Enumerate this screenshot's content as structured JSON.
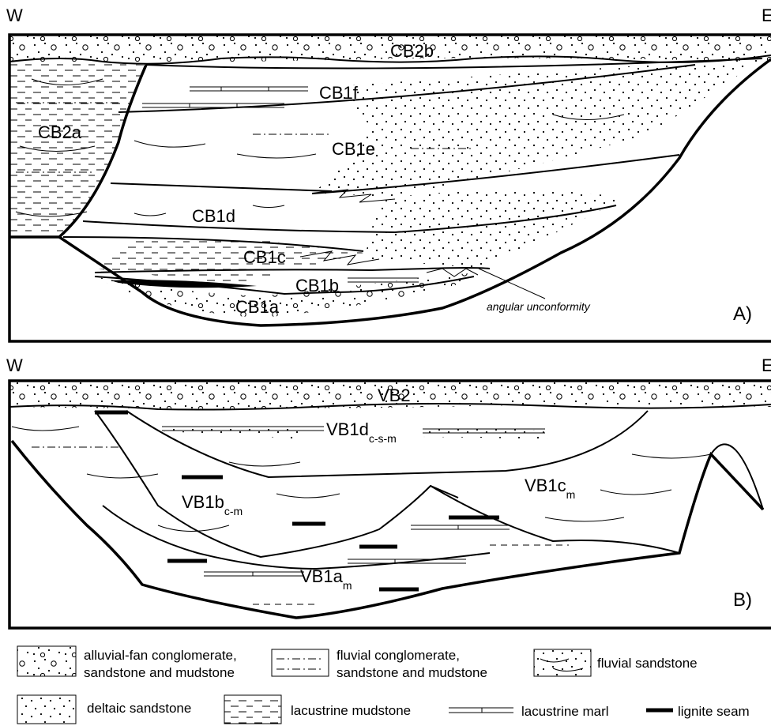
{
  "panelA": {
    "west": "W",
    "east": "E",
    "tag": "A)",
    "units": {
      "cb2b": "CB2b",
      "cb2a": "CB2a",
      "cb1f": "CB1f",
      "cb1e": "CB1e",
      "cb1d": "CB1d",
      "cb1c": "CB1c",
      "cb1b": "CB1b",
      "cb1a": "CB1a"
    },
    "annotation": "angular unconformity"
  },
  "panelB": {
    "west": "W",
    "east": "E",
    "tag": "B)",
    "units": {
      "vb2": "VB2",
      "vb1d": "VB1d",
      "vb1d_sub": "c-s-m",
      "vb1c": "VB1c",
      "vb1c_sub": "m",
      "vb1b": "VB1b",
      "vb1b_sub": "c-m",
      "vb1a": "VB1a",
      "vb1a_sub": "m"
    }
  },
  "legend": {
    "alluvial_l1": "alluvial-fan conglomerate,",
    "alluvial_l2": "sandstone and mudstone",
    "fluvialcg_l1": "fluvial conglomerate,",
    "fluvialcg_l2": "sandstone and mudstone",
    "fluvial_sandstone": "fluvial sandstone",
    "deltaic": "deltaic sandstone",
    "lacustrine_mudstone": "lacustrine mudstone",
    "lacustrine_marl": "lacustrine marl",
    "lignite": "lignite seam"
  }
}
